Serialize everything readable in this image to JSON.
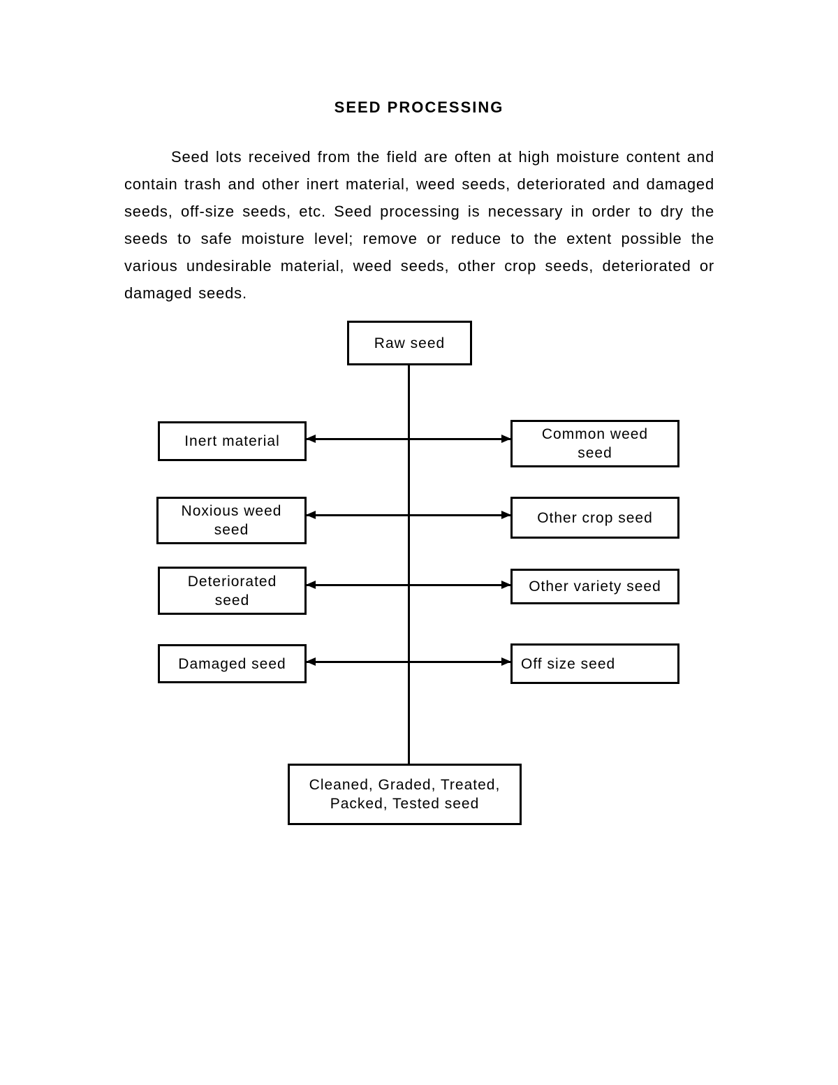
{
  "page": {
    "title": "SEED PROCESSING",
    "paragraph": "Seed lots received from the field are often at high moisture content and contain trash and other inert material, weed seeds, deteriorated and damaged seeds, off-size seeds, etc. Seed processing is necessary in order to dry the seeds to safe moisture level; remove or reduce to the extent possible the various undesirable material, weed seeds, other crop seeds, deteriorated or damaged seeds."
  },
  "diagram": {
    "root": "Raw seed",
    "left_column": [
      {
        "lines": [
          "Inert material"
        ]
      },
      {
        "lines": [
          "Noxious weed",
          "seed"
        ]
      },
      {
        "lines": [
          "Deteriorated",
          "seed"
        ]
      },
      {
        "lines": [
          "Damaged seed"
        ]
      }
    ],
    "right_column": [
      {
        "lines": [
          "Common weed",
          "seed"
        ]
      },
      {
        "lines": [
          "Other crop seed"
        ]
      },
      {
        "lines": [
          "Other variety seed"
        ]
      },
      {
        "lines": [
          "Off size seed"
        ]
      }
    ],
    "result": {
      "lines": [
        "Cleaned, Graded, Treated,",
        "Packed, Tested seed"
      ]
    },
    "colors": {
      "ink": "#000000",
      "paper": "#ffffff"
    }
  }
}
